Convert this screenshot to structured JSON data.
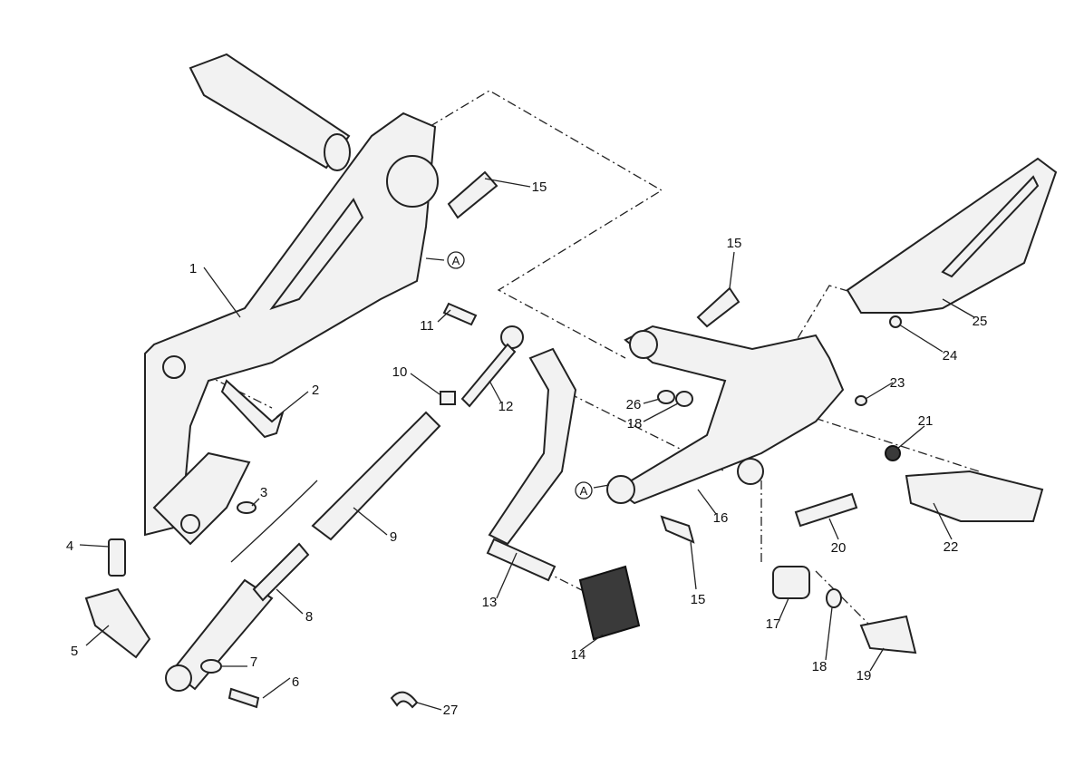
{
  "diagram": {
    "title": "Footrest assembly exploded view",
    "callouts": [
      "1",
      "2",
      "3",
      "4",
      "5",
      "6",
      "7",
      "8",
      "9",
      "10",
      "11",
      "12",
      "13",
      "14",
      "15",
      "15",
      "15",
      "16",
      "17",
      "18",
      "18",
      "19",
      "20",
      "21",
      "22",
      "23",
      "24",
      "25",
      "26",
      "27"
    ],
    "reference_mark": "A"
  }
}
